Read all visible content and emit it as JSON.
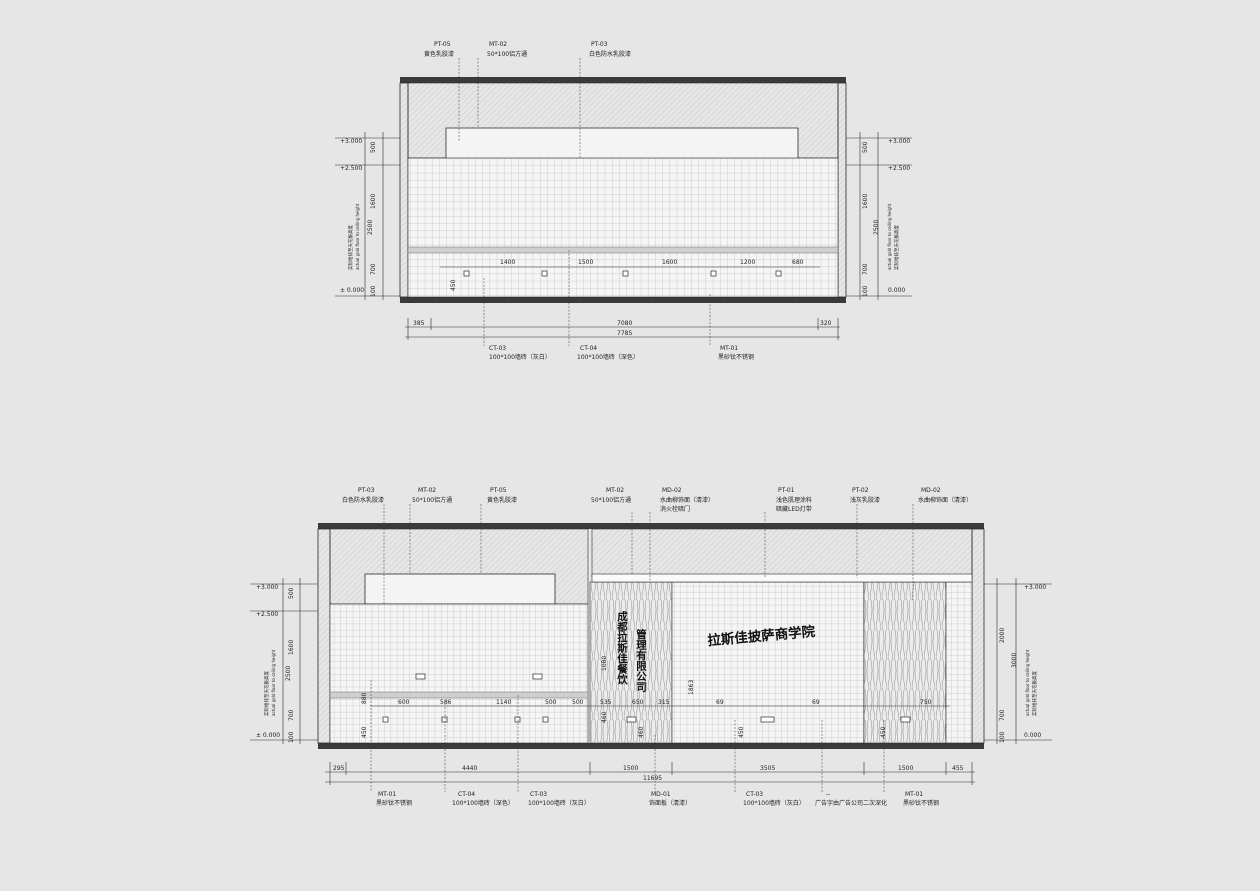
{
  "elevation1": {
    "top_tags": [
      {
        "code": "PT-05",
        "desc": "黄色乳胶漆"
      },
      {
        "code": "MT-02",
        "desc": "50*100铝方通"
      },
      {
        "code": "PT-03",
        "desc": "白色防水乳胶漆"
      }
    ],
    "bottom_tags": [
      {
        "code": "CT-03",
        "desc": "100*100墙砖（灰白）"
      },
      {
        "code": "CT-04",
        "desc": "100*100墙砖（深色）"
      },
      {
        "code": "MT-01",
        "desc": "黑砂钛不锈钢"
      }
    ],
    "levels": [
      "+3.000",
      "+2.500",
      "± 0.000"
    ],
    "levels_right": [
      "+3.000",
      "+2.500",
      "0.000"
    ],
    "side_dims": [
      "500",
      "1600",
      "2500",
      "700",
      "100"
    ],
    "side_note_a": "实际给排至天花板高度",
    "side_note_b": "actual gold floor to ceiling height",
    "spacing_dims": [
      "1400",
      "1500",
      "1600",
      "1200",
      "680"
    ],
    "small_dim": "450",
    "bottom_dims": [
      "385",
      "7080",
      "320"
    ],
    "total_dim": "7785"
  },
  "elevation2": {
    "top_tags": [
      {
        "code": "PT-03",
        "desc": "白色防水乳胶漆"
      },
      {
        "code": "MT-02",
        "desc": "50*100铝方通"
      },
      {
        "code": "PT-05",
        "desc": "黄色乳胶漆"
      },
      {
        "code": "MT-02",
        "desc": "50*100铝方通"
      },
      {
        "code": "MD-02",
        "desc": "水曲柳饰面（清漆）",
        "desc2": "消火栓暗门"
      },
      {
        "code": "PT-01",
        "desc": "浅色肌理涂料",
        "desc2": "暗藏LED灯带"
      },
      {
        "code": "PT-02",
        "desc": "浅灰乳胶漆"
      },
      {
        "code": "MD-02",
        "desc": "水曲柳饰面（清漆）"
      }
    ],
    "bottom_tags": [
      {
        "code": "MT-01",
        "desc": "黑砂钛不锈钢"
      },
      {
        "code": "CT-04",
        "desc": "100*100墙砖（深色）"
      },
      {
        "code": "CT-03",
        "desc": "100*100墙砖（灰白）"
      },
      {
        "code": "MD-01",
        "desc": "饰面板（清漆）"
      },
      {
        "code": "CT-03",
        "desc": "100*100墙砖（灰白）"
      },
      {
        "code": "--",
        "desc": "广告字由广告公司二次深化"
      },
      {
        "code": "MT-01",
        "desc": "黑砂钛不锈钢"
      }
    ],
    "levels": [
      "+3.000",
      "+2.500",
      "± 0.000"
    ],
    "levels_right": [
      "+3.000",
      "0.000"
    ],
    "side_dims": [
      "500",
      "1600",
      "2500",
      "700",
      "100"
    ],
    "side_dims_right": [
      "2000",
      "3000",
      "700",
      "100"
    ],
    "side_note_a": "实际给排至天花板高度",
    "side_note_b": "actual gold floor to ceiling height",
    "company_col1": "成都拉斯佳餐饮",
    "company_col2": "管理有限公司",
    "academy": "拉斯佳披萨商学院",
    "spacing_dims": [
      "600",
      "586",
      "1140",
      "500",
      "500",
      "535",
      "650",
      "315",
      "69",
      "69",
      "750"
    ],
    "vert_dims": [
      "880",
      "1080",
      "460",
      "450",
      "1863",
      "460",
      "450",
      "450"
    ],
    "bottom_dims": [
      "295",
      "4440",
      "1500",
      "3505",
      "1500",
      "455"
    ],
    "total_dim": "11695"
  },
  "colors": {
    "background": "#e6e6e6",
    "line": "#2b2b2b",
    "grid": "#9a9a9a",
    "wall": "#f0f0f0",
    "red_symbol": "#c0392b"
  }
}
